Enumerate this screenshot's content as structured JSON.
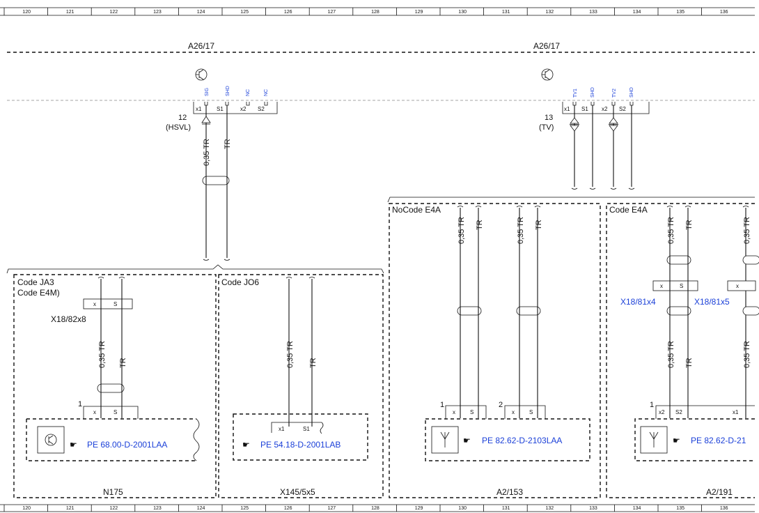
{
  "ruler": {
    "numbers": [
      "120",
      "121",
      "122",
      "123",
      "124",
      "125",
      "126",
      "127",
      "128",
      "129",
      "130",
      "131",
      "132",
      "133",
      "134",
      "135",
      "136"
    ]
  },
  "top": {
    "left_component": "A26/17",
    "right_component": "A26/17",
    "left_connector_num": "12",
    "left_connector_sub": "(HSVL)",
    "right_connector_num": "13",
    "right_connector_sub": "(TV)",
    "left_pins_top": [
      "SIG",
      "SHD",
      "NC",
      "NC"
    ],
    "left_pins_bottom": [
      "x1",
      "S1",
      "x2",
      "S2"
    ],
    "right_pins_top": [
      "TV1",
      "SHD",
      "TV2",
      "SHD"
    ],
    "right_pins_bottom": [
      "x1",
      "S1",
      "x2",
      "S2"
    ]
  },
  "wire_labels": {
    "tr035": "0,35 TR",
    "tr": "TR"
  },
  "boxes": {
    "ja3_line1": "Code JA3",
    "ja3_line2": "Code E4M)",
    "jo6": "Code JO6",
    "nocode_e4a": "NoCode E4A",
    "code_e4a": "Code E4A"
  },
  "connectors": {
    "x18_82x8": "X18/82x8",
    "x18_81x4": "X18/81x4",
    "x18_81x5": "X18/81x5",
    "x": "x",
    "s": "S",
    "x1": "x1",
    "s1": "S1",
    "x2": "x2",
    "s2": "S2",
    "one": "1",
    "two": "2"
  },
  "refs": {
    "n175_ref": "PE 68.00-D-2001LAA",
    "x145_ref": "PE 54.18-D-2001LAB",
    "a2_153_ref": "PE 82.62-D-2103LAA",
    "a2_191_ref": "PE 82.62-D-21"
  },
  "component_names": {
    "n175": "N175",
    "x145": "X145/5x5",
    "a2_153": "A2/153",
    "a2_191": "A2/191"
  },
  "colors": {
    "link_blue": "#1a3fd8",
    "line": "#111111"
  }
}
